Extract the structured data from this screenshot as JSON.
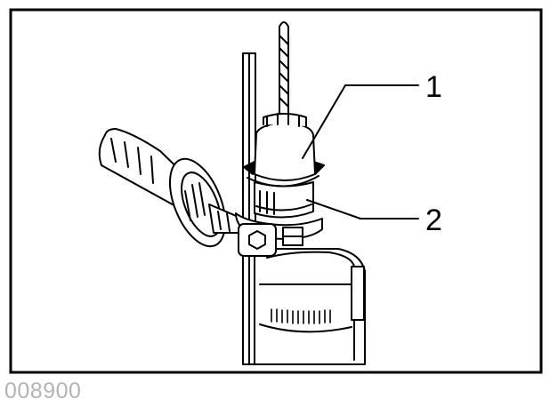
{
  "figure": {
    "callouts": [
      {
        "id": "1",
        "label": "1",
        "part": "chuck-sleeve"
      },
      {
        "id": "2",
        "label": "2",
        "part": "chuck-ring"
      }
    ],
    "figure_code": "008900"
  },
  "colors": {
    "line": "#000000",
    "figure_code": "#b4b4b4",
    "background": "#ffffff"
  }
}
